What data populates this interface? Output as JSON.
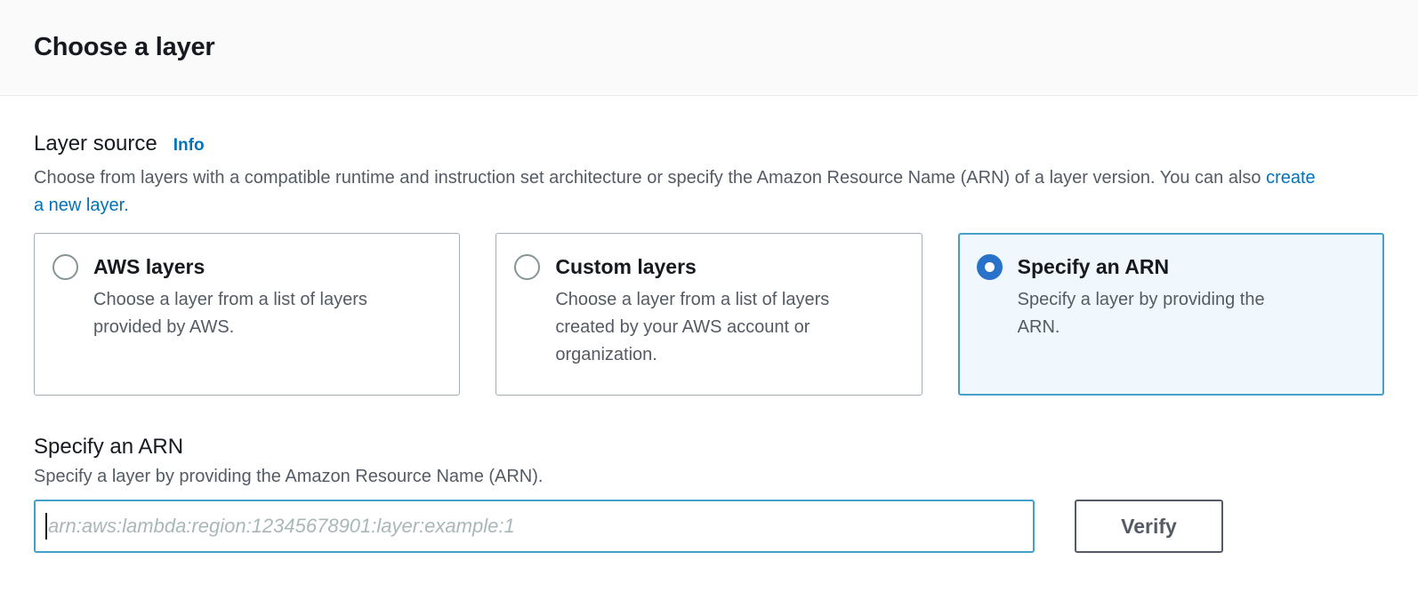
{
  "colors": {
    "header_bg": "#fafafa",
    "divider": "#eaeded",
    "text_dark": "#16191f",
    "text_secondary": "#545b64",
    "link_blue": "#0073bb",
    "radio_selected_fill": "#2873c9",
    "radio_unselected_border": "#879596",
    "card_border": "#a5aeb5",
    "selected_card_border": "#44a0c6",
    "selected_card_bg": "#f1f8fd",
    "input_focus_border": "#44a0c6",
    "placeholder_color": "#aab7b8",
    "button_border": "#545b64"
  },
  "header": {
    "title": "Choose a layer"
  },
  "layer_source": {
    "label": "Layer source",
    "info_link": "Info",
    "description_before_link": "Choose from layers with a compatible runtime and instruction set architecture or specify the Amazon Resource Name (ARN) of a layer version. You can also ",
    "link_text": "create a new layer."
  },
  "options": [
    {
      "title": "AWS layers",
      "description": "Choose a layer from a list of layers provided by AWS.",
      "selected": false
    },
    {
      "title": "Custom layers",
      "description": "Choose a layer from a list of layers created by your AWS account or organization.",
      "selected": false
    },
    {
      "title": "Specify an ARN",
      "description": "Specify a layer by providing the ARN.",
      "selected": true
    }
  ],
  "arn_section": {
    "label": "Specify an ARN",
    "description": "Specify a layer by providing the Amazon Resource Name (ARN).",
    "input_value": "",
    "input_placeholder": "arn:aws:lambda:region:12345678901:layer:example:1",
    "verify_button": "Verify"
  }
}
